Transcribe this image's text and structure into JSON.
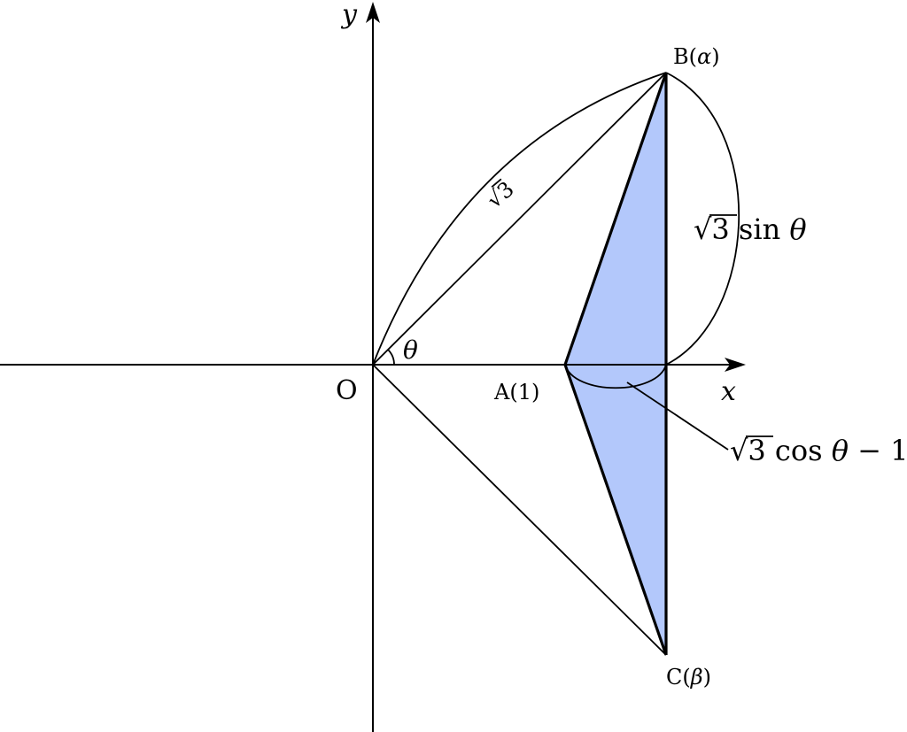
{
  "axes": {
    "x_label": "x",
    "y_label": "y",
    "origin_label": "O"
  },
  "points": {
    "A": {
      "name": "A",
      "value": "1"
    },
    "B": {
      "name": "B",
      "value": "α"
    },
    "C": {
      "name": "C",
      "value": "β"
    }
  },
  "angle_label": "θ",
  "lengths": {
    "ob": {
      "radicand": "3"
    },
    "vertical": {
      "radicand": "3",
      "func": "sin",
      "var": "θ"
    },
    "horizontal": {
      "radicand": "3",
      "func": "cos",
      "var": "θ",
      "minus": "− 1"
    }
  },
  "colors": {
    "fill": "#b3c8fb",
    "stroke": "#000000"
  }
}
